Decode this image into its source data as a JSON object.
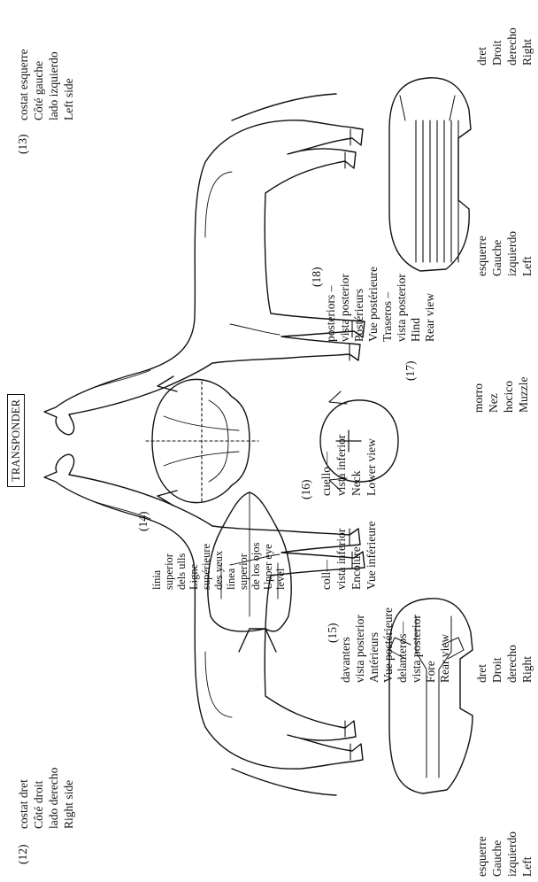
{
  "transponder": "TRANSPONDER",
  "right_side": {
    "number": "(12)",
    "lines": [
      "costat dret",
      "Côté droit",
      "lado derecho",
      "Right side"
    ]
  },
  "left_side": {
    "number": "(13)",
    "lines": [
      "costat esquerre",
      "Côté gauche",
      "lado izquierdo",
      "Left side"
    ]
  },
  "upper_eye": {
    "number": "(14)",
    "lines": [
      "línia",
      "superior",
      "dels ulls",
      "Ligne",
      "supérieure",
      "des yeux",
      "línea",
      "superior",
      "de los ojos",
      "Upper eye",
      "level"
    ]
  },
  "fore_rear": {
    "number": "(15)",
    "lines": [
      "davanters",
      "vista posterior",
      "Antérieurs",
      "Vue postérieure",
      "delanteros—",
      "vista posterior",
      "Fore",
      "Rear view"
    ]
  },
  "neck": {
    "number": "(16)",
    "col1": [
      "coll—",
      "vista inferior",
      "Encolure",
      "Vue inférieure"
    ],
    "col2": [
      "cuello —",
      "vista inferior",
      "Neck",
      "Lower view"
    ]
  },
  "muzzle": {
    "number": "(17)",
    "lines": [
      "morro",
      "Nez",
      "hocico",
      "Muzzle"
    ]
  },
  "hind_rear": {
    "number": "(18)",
    "lines": [
      "posteriors –",
      "vista posterior",
      "Postérieurs",
      "Vue postérieure",
      "Traseros –",
      "vista posterior",
      "Hind",
      "Rear view"
    ]
  },
  "fore_left_leg": [
    "esquerre",
    "Gauche",
    "izquierdo",
    "Left"
  ],
  "fore_right_leg": [
    "dret",
    "Droit",
    "derecho",
    "Right"
  ],
  "hind_left_leg": [
    "esquerre",
    "Gauche",
    "izquierdo",
    "Left"
  ],
  "hind_right_leg": [
    "dret",
    "Droit",
    "derecho",
    "Right"
  ]
}
